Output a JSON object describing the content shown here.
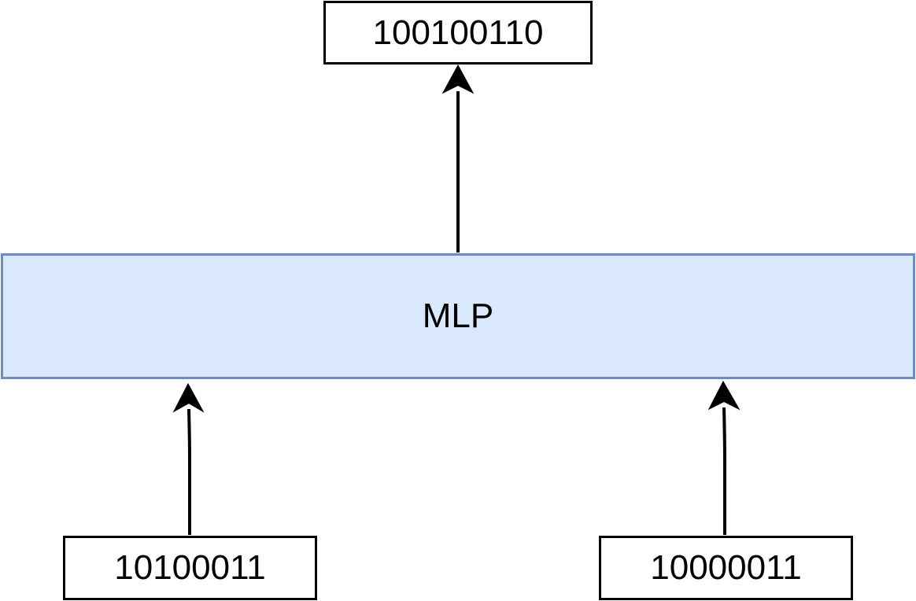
{
  "diagram": {
    "output": {
      "label": "100100110"
    },
    "model": {
      "label": "MLP",
      "fill_color": "#dae8fc",
      "border_color": "#6c8ebf"
    },
    "inputs": [
      {
        "label": "10100011"
      },
      {
        "label": "10000011"
      }
    ],
    "edges": [
      {
        "from": "10100011",
        "to": "MLP"
      },
      {
        "from": "10000011",
        "to": "MLP"
      },
      {
        "from": "MLP",
        "to": "100100110"
      }
    ]
  }
}
